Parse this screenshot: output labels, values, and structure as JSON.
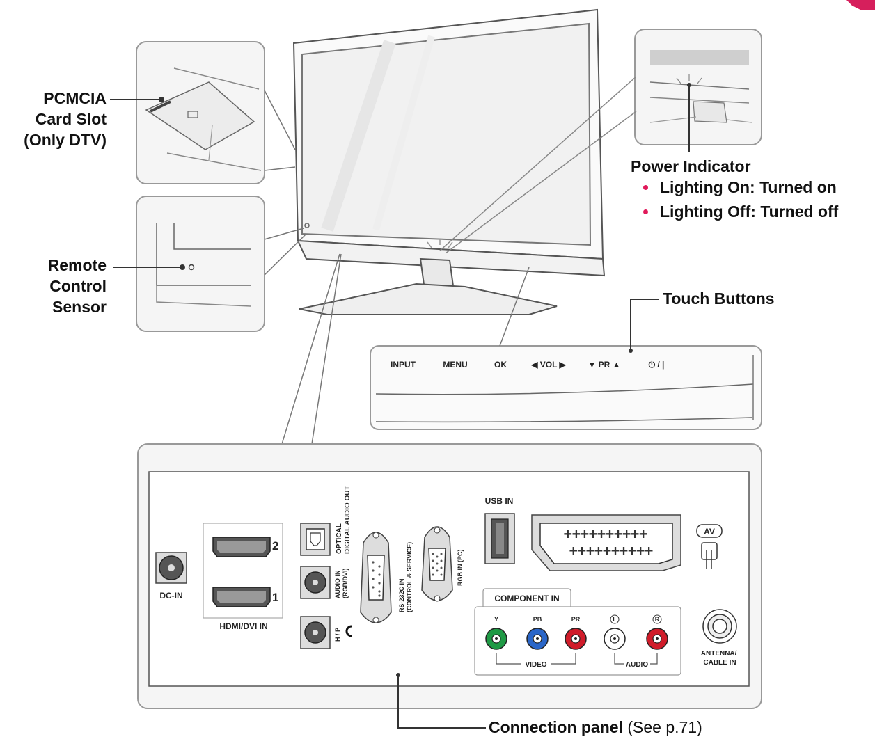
{
  "callouts": {
    "pcmcia": [
      "PCMCIA",
      "Card Slot",
      "(Only DTV)"
    ],
    "remote": [
      "Remote",
      "Control",
      "Sensor"
    ],
    "power_title": "Power Indicator",
    "power_items": [
      "Lighting On: Turned on",
      "Lighting Off: Turned off"
    ],
    "touch": "Touch Buttons",
    "connection_bold": "Connection panel",
    "connection_note": " (See p.71)"
  },
  "buttons": [
    "INPUT",
    "MENU",
    "OK",
    "◀ VOL ▶",
    "▼ PR ▲",
    "⏻ / |"
  ],
  "ports": {
    "dc_in": "DC-IN",
    "hdmi_2": "2",
    "hdmi_1": "1",
    "hdmi_title": "HDMI/DVI IN",
    "optical": [
      "OPTICAL",
      "DIGITAL AUDIO OUT"
    ],
    "audio_in": [
      "AUDIO IN",
      "(RGB/DVI)"
    ],
    "headphone": "H / P",
    "rs232": [
      "RS-232C IN",
      "(CONTROL & SERVICE)"
    ],
    "rgb": "RGB IN (PC)",
    "usb": "USB IN",
    "av": "AV",
    "component_title": "COMPONENT IN",
    "component_jacks": [
      "Y",
      "PB",
      "PR",
      "L",
      "R"
    ],
    "video": "VIDEO",
    "audio": "AUDIO",
    "antenna": [
      "ANTENNA/",
      "CABLE IN"
    ]
  },
  "colors": {
    "accent_bullet": "#e0195a",
    "jack_green": "#1f9a45",
    "jack_blue": "#2a66c8",
    "jack_red": "#d01c2a",
    "jack_white": "#ffffff",
    "jack_red_audio": "#d01c2a"
  }
}
